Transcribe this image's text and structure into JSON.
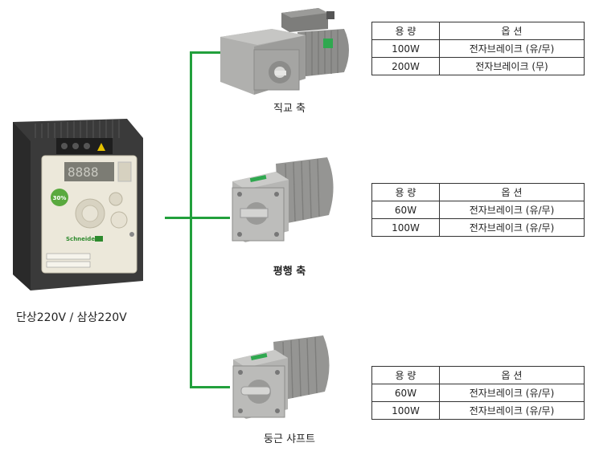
{
  "drive": {
    "brand": "Schneider",
    "efficiency_badge": "30%",
    "caption": "단상220V / 삼상220V"
  },
  "motors": [
    {
      "caption": "직교 축",
      "caption_bold": false,
      "table": {
        "headers": [
          "용 량",
          "옵 션"
        ],
        "rows": [
          [
            "100W",
            "전자브레이크 (유/무)"
          ],
          [
            "200W",
            "전자브레이크 (무)"
          ]
        ]
      }
    },
    {
      "caption": "평행 축",
      "caption_bold": true,
      "table": {
        "headers": [
          "용 량",
          "옵 션"
        ],
        "rows": [
          [
            "60W",
            "전자브레이크 (유/무)"
          ],
          [
            "100W",
            "전자브레이크 (유/무)"
          ]
        ]
      }
    },
    {
      "caption": "둥근 샤프트",
      "caption_bold": false,
      "table": {
        "headers": [
          "용 량",
          "옵 션"
        ],
        "rows": [
          [
            "60W",
            "전자브레이크 (유/무)"
          ],
          [
            "100W",
            "전자브레이크 (유/무)"
          ]
        ]
      }
    }
  ],
  "colors": {
    "connector": "#22a03c",
    "motor_body": "#9a9a98",
    "drive_face": "#ece8da"
  }
}
